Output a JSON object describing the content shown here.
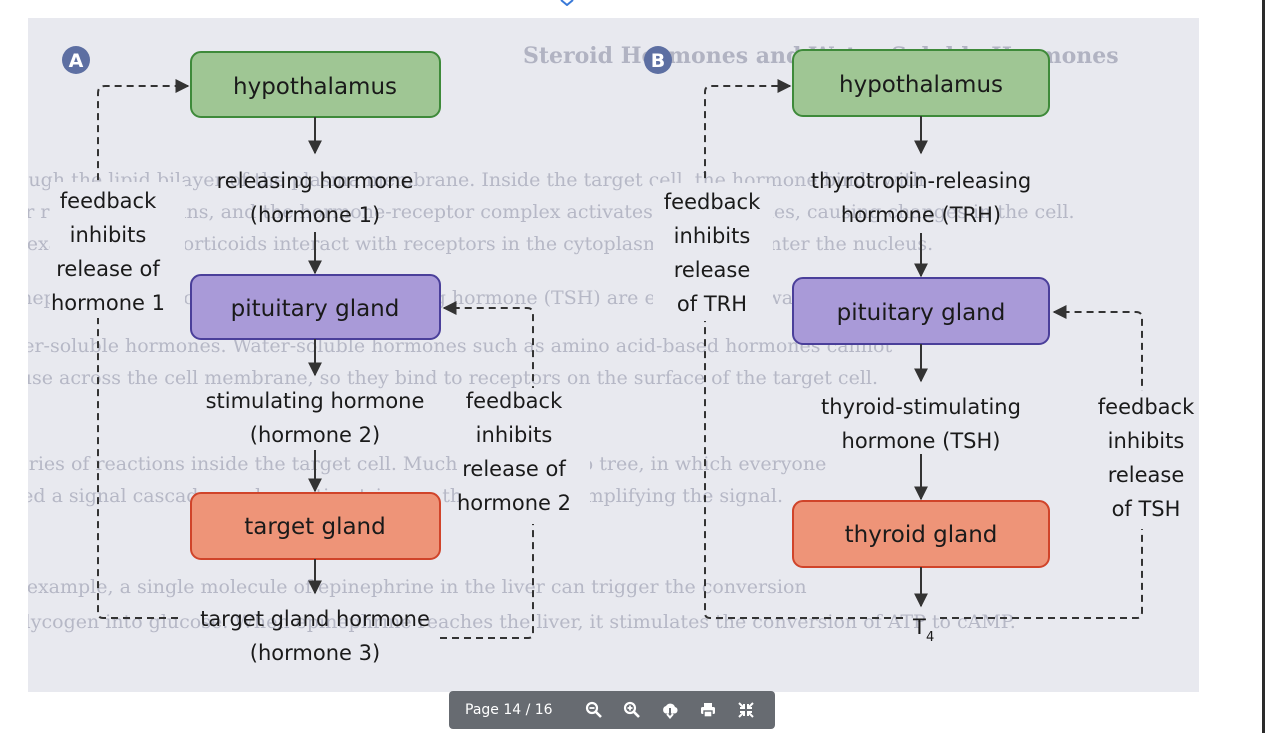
{
  "diagram": {
    "bubbles": {
      "a": "A",
      "b": "B"
    },
    "background_text": {
      "heading": "Steroid Hormones and Water-Soluble Hormones",
      "lines": [
        "through the lipid bilayer of the plasma membrane. Inside the target cell, the hormone binds with",
        "their receptor proteins, and the hormone-receptor complex activates specific genes, causing changes in the cell.",
        "For example, glucocorticoids interact with receptors in the cytoplasm and then enter the nucleus.",
        "Epinephrine, glucagon, and thyroid-stimulating hormone (TSH) are examples of water-soluble hormones.",
        "water-soluble hormones. Water-soluble hormones such as amino acid-based hormones cannot",
        "diffuse across the cell membrane, so they bind to receptors on the surface of the target cell.",
        "A series of reactions inside the target cell. Much like a domino tree, in which everyone",
        "called a signal cascade, each reaction triggers the next one, amplifying the signal.",
        "For example, a single molecule of epinephrine in the liver can trigger the conversion",
        "of glycogen into glucose. When epinephrine reaches the liver, it stimulates the conversion of ATP to cAMP."
      ]
    },
    "panel_a": {
      "boxes": {
        "hypothalamus": "hypothalamus",
        "pituitary": "pituitary gland",
        "target": "target gland"
      },
      "hormones": {
        "h1_line1": "releasing hormone",
        "h1_line2": "(hormone 1)",
        "h2_line1": "stimulating hormone",
        "h2_line2": "(hormone 2)",
        "h3_line1": "target gland hormone",
        "h3_line2": "(hormone 3)"
      },
      "feedback_left": [
        "feedback",
        "inhibits",
        "release of",
        "hormone 1"
      ],
      "feedback_right": [
        "feedback",
        "inhibits",
        "release of",
        "hormone 2"
      ]
    },
    "panel_b": {
      "boxes": {
        "hypothalamus": "hypothalamus",
        "pituitary": "pituitary gland",
        "thyroid": "thyroid gland"
      },
      "hormones": {
        "trh_line1": "thyrotropin-releasing",
        "trh_line2": "hormone (TRH)",
        "tsh_line1": "thyroid-stimulating",
        "tsh_line2": "hormone (TSH)",
        "t4": "T",
        "t4_sub": "4"
      },
      "feedback_left": [
        "feedback",
        "inhibits",
        "release",
        "of TRH"
      ],
      "feedback_right": [
        "feedback",
        "inhibits",
        "release",
        "of TSH"
      ]
    },
    "colors": {
      "hypothalamus_fill": "#9fc694",
      "hypothalamus_stroke": "#3e8a3a",
      "pituitary_fill": "#a99ad8",
      "pituitary_stroke": "#4a3f9a",
      "target_fill": "#ee9478",
      "target_stroke": "#d0442a",
      "bubble_fill": "#5d6fa2"
    }
  },
  "toolbar": {
    "page_label": "Page 14 / 16",
    "zoom_out_icon": "zoom-out-icon",
    "zoom_in_icon": "zoom-in-icon",
    "download_icon": "download-icon",
    "print_icon": "print-icon",
    "exit_fullscreen_icon": "exit-fullscreen-icon"
  }
}
